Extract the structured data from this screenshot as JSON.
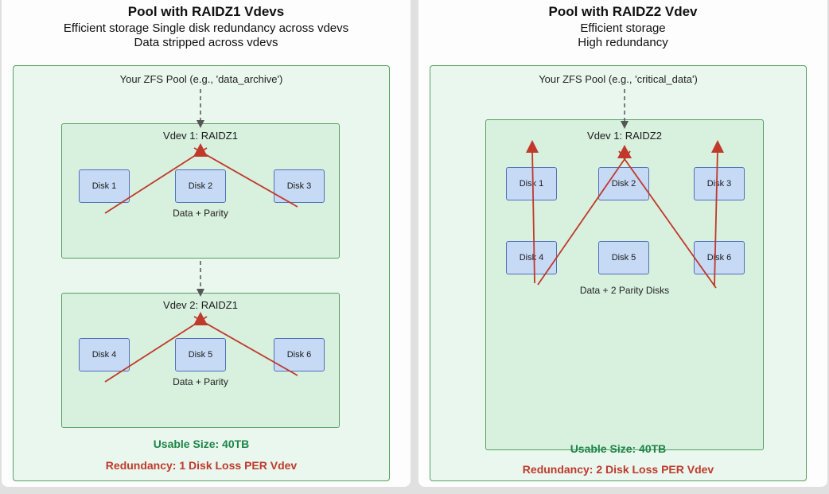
{
  "left": {
    "title": "Pool with RAIDZ1 Vdevs",
    "subtitle1": "Efficient storage  Single disk redundancy across vdevs",
    "subtitle2": "Data stripped across vdevs",
    "pool_label": "Your ZFS Pool (e.g., 'data_archive')",
    "vdev1": {
      "label": "Vdev 1: RAIDZ1",
      "note": "Data + Parity",
      "disks": [
        "Disk 1",
        "Disk 2",
        "Disk 3"
      ]
    },
    "vdev2": {
      "label": "Vdev 2: RAIDZ1",
      "note": "Data + Parity",
      "disks": [
        "Disk 4",
        "Disk 5",
        "Disk 6"
      ]
    },
    "usable": "Usable Size: 40TB",
    "redundancy": "Redundancy: 1 Disk Loss PER Vdev"
  },
  "right": {
    "title": "Pool with RAIDZ2 Vdev",
    "subtitle1": "Efficient storage",
    "subtitle2": "High redundancy",
    "pool_label": "Your ZFS Pool (e.g., 'critical_data')",
    "vdev": {
      "label": "Vdev 1: RAIDZ2",
      "note": "Data + 2 Parity Disks",
      "disks_row1": [
        "Disk 1",
        "Disk 2",
        "Disk 3"
      ],
      "disks_row2": [
        "Disk 4",
        "Disk 5",
        "Disk 6"
      ]
    },
    "usable": "Usable Size: 40TB",
    "redundancy": "Redundancy: 2 Disk Loss PER Vdev"
  },
  "colors": {
    "pool_fill": "#e9f7ee",
    "pool_border": "#57a05f",
    "vdev_fill": "#d8f0de",
    "disk_fill": "#c6d9f5",
    "disk_border": "#5170b8",
    "arrow_red": "#c0392b",
    "usable_green": "#1e8449",
    "dashed_gray": "#555555"
  }
}
